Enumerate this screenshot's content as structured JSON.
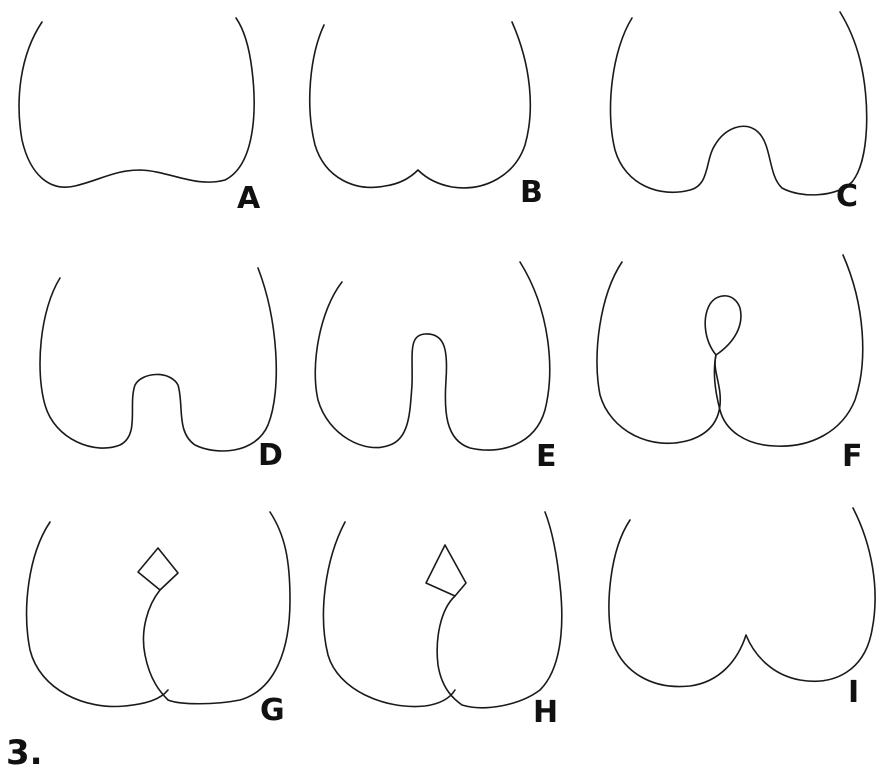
{
  "figure": {
    "number_label": "3.",
    "panels": [
      {
        "label": "A"
      },
      {
        "label": "B"
      },
      {
        "label": "C"
      },
      {
        "label": "D"
      },
      {
        "label": "E"
      },
      {
        "label": "F"
      },
      {
        "label": "G"
      },
      {
        "label": "H"
      },
      {
        "label": "I"
      }
    ]
  },
  "colors": {
    "stroke": "#1a1a1a",
    "background": "#ffffff"
  }
}
